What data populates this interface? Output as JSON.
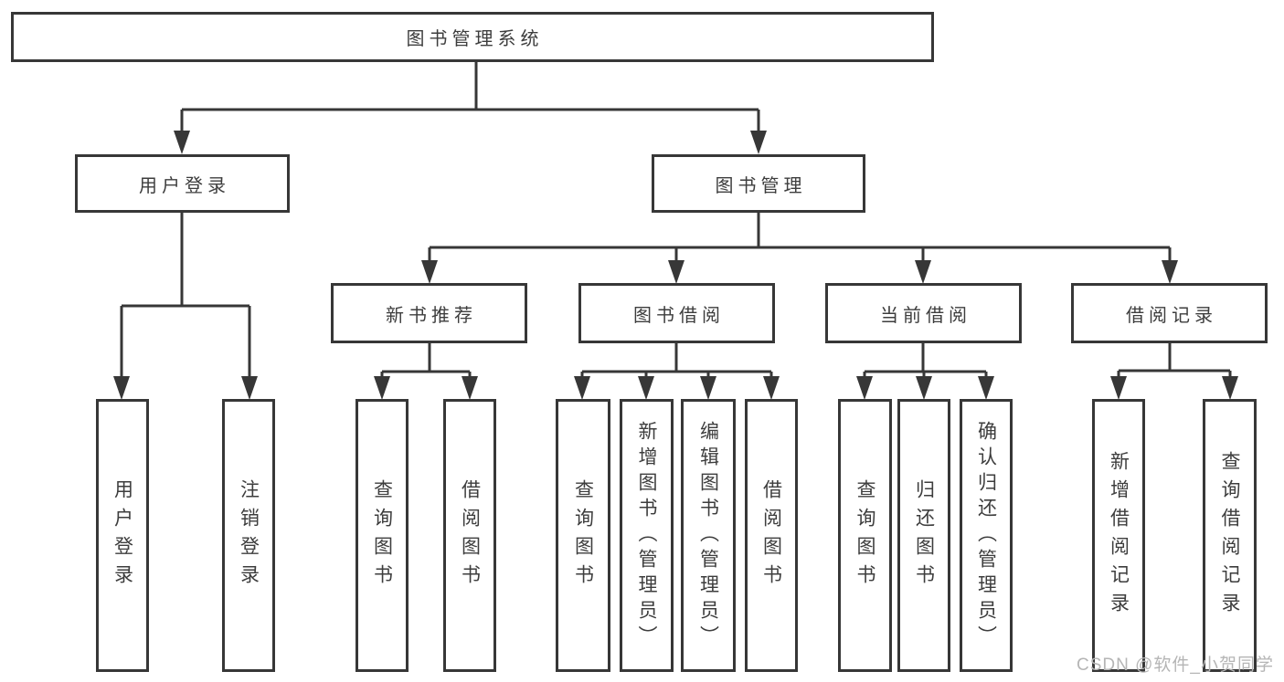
{
  "diagram_title": "图书管理系统",
  "tree": {
    "label": "图书管理系统",
    "children": [
      {
        "label": "用户登录",
        "children": [
          {
            "label": "用户登录"
          },
          {
            "label": "注销登录"
          }
        ]
      },
      {
        "label": "图书管理",
        "children": [
          {
            "label": "新书推荐",
            "children": [
              {
                "label": "查询图书"
              },
              {
                "label": "借阅图书"
              }
            ]
          },
          {
            "label": "图书借阅",
            "children": [
              {
                "label": "查询图书"
              },
              {
                "label": "新增图书（管理员）"
              },
              {
                "label": "编辑图书（管理员）"
              },
              {
                "label": "借阅图书"
              }
            ]
          },
          {
            "label": "当前借阅",
            "children": [
              {
                "label": "查询图书"
              },
              {
                "label": "归还图书"
              },
              {
                "label": "确认归还（管理员）"
              }
            ]
          },
          {
            "label": "借阅记录",
            "children": [
              {
                "label": "新增借阅记录"
              },
              {
                "label": "查询借阅记录"
              }
            ]
          }
        ]
      }
    ]
  },
  "watermark": "CSDN @软件_小贺同学",
  "colors": {
    "line": "#373737",
    "text": "#3d3d3d",
    "watermark": "#b5b5b5",
    "background": "#ffffff"
  }
}
